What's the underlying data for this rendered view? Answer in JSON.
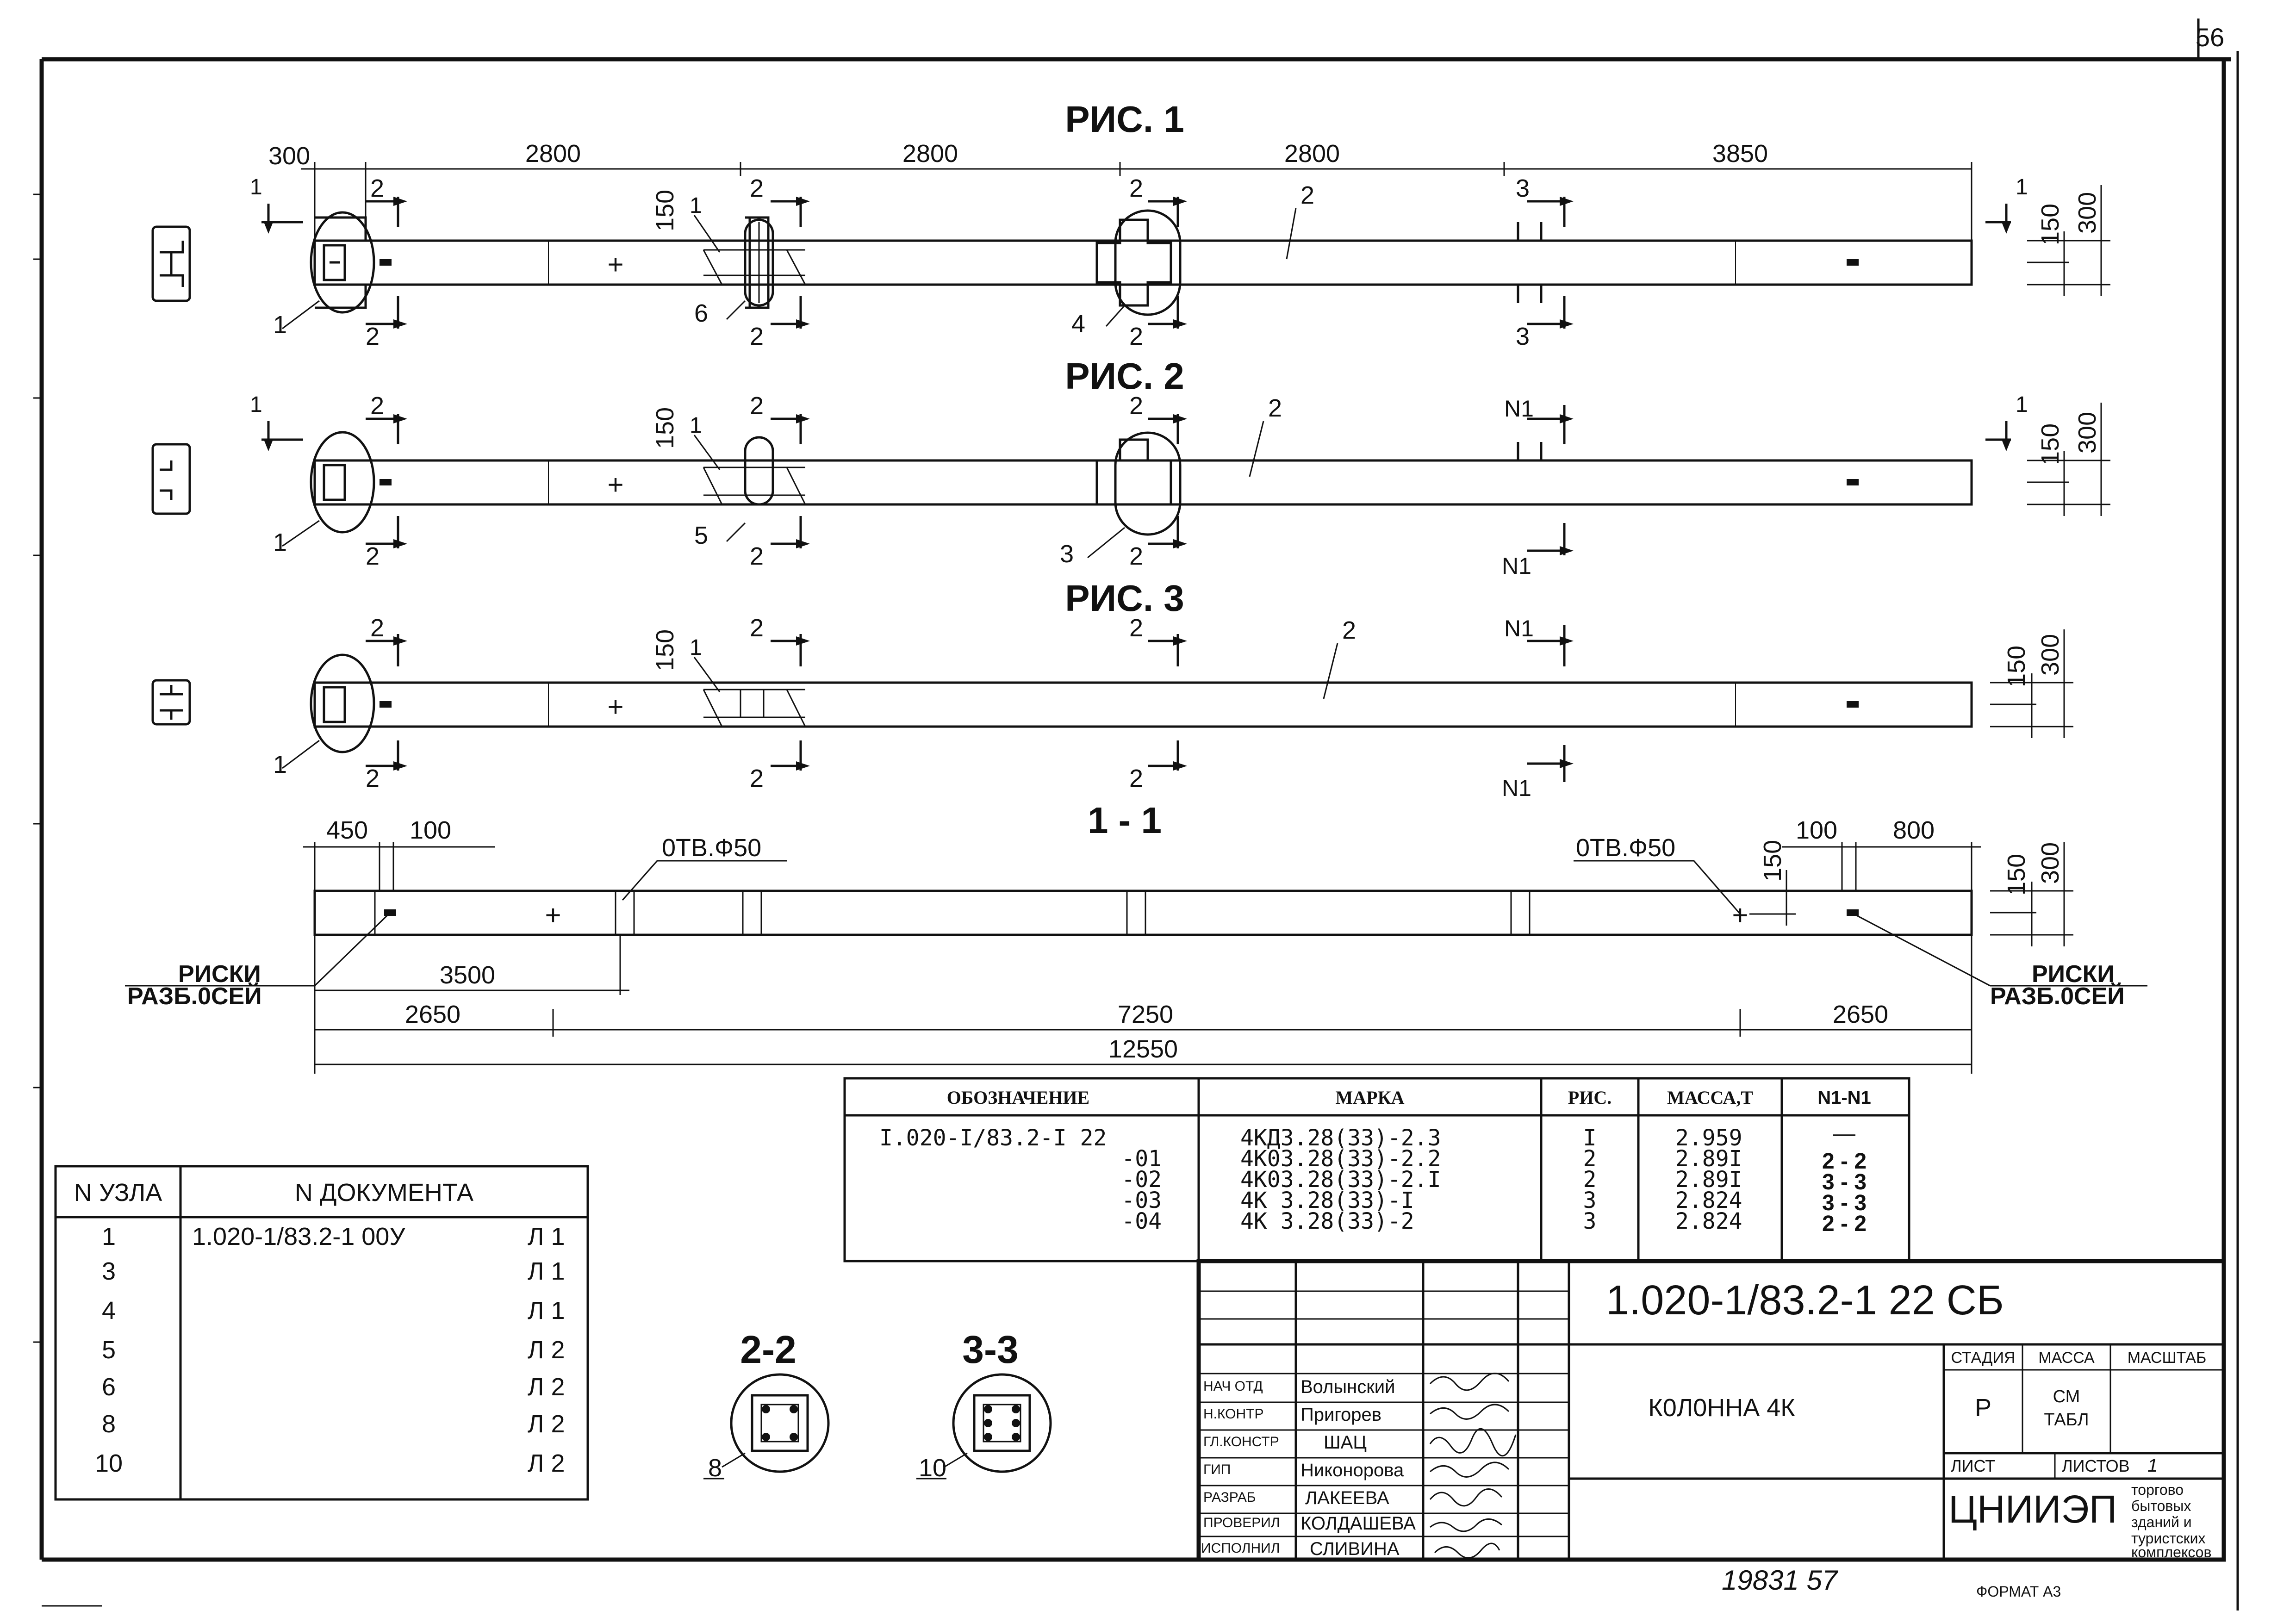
{
  "sheet_number": "56",
  "figures": {
    "fig1": {
      "title": "РИС.  1"
    },
    "fig2": {
      "title": "РИС.  2"
    },
    "fig3": {
      "title": "РИС.  3"
    },
    "section11": {
      "title": "1 - 1"
    }
  },
  "dimensions_top": [
    "300",
    "2800",
    "2800",
    "2800",
    "3850"
  ],
  "dimensions_side": {
    "d150": "150",
    "d300": "300"
  },
  "dimensions_11": {
    "d450": "450",
    "d100a": "100",
    "d100b": "100",
    "d800": "800",
    "d3500": "3500",
    "d2650a": "2650",
    "d7250": "7250",
    "d2650b": "2650",
    "d12550": "12550",
    "d150": "150",
    "d300": "300"
  },
  "section_marks": {
    "s1": "1",
    "s2": "2",
    "s3": "3",
    "n1": "N1"
  },
  "callouts": {
    "c1": "1",
    "c2": "2",
    "c3": "3",
    "c4": "4",
    "c5": "5",
    "c6": "6",
    "c8": "8",
    "c10": "10"
  },
  "labels_11": {
    "hole_left": "0ТВ.Ф50",
    "hole_right": "0ТВ.Ф50",
    "marks_left_1": "РИСКИ",
    "marks_left_2": "РАЗБ.0СЕЙ",
    "marks_right_1": "РИСКИ",
    "marks_right_2": "РАЗБ.0СЕЙ"
  },
  "sections": {
    "s22": "2-2",
    "s33": "3-3"
  },
  "nodes_table": {
    "headers": [
      "N УЗЛА",
      "N ДОКУМЕНТА"
    ],
    "rows": [
      {
        "node": "1",
        "doc": "1.020-1/83.2-1 00У",
        "sheet": "Л 1"
      },
      {
        "node": "3",
        "doc": "",
        "sheet": "Л 1"
      },
      {
        "node": "4",
        "doc": "",
        "sheet": "Л 1"
      },
      {
        "node": "5",
        "doc": "",
        "sheet": "Л 2"
      },
      {
        "node": "6",
        "doc": "",
        "sheet": "Л 2"
      },
      {
        "node": "8",
        "doc": "",
        "sheet": "Л 2"
      },
      {
        "node": "10",
        "doc": "",
        "sheet": "Л 2"
      }
    ]
  },
  "spec_table": {
    "headers": [
      "ОБОЗНАЧЕНИЕ",
      "МАРКА",
      "РИС.",
      "МАССА,Т",
      "N1-N1"
    ],
    "rows": [
      {
        "designation": "I.020-I/83.2-I 22",
        "mark": "4КД3.28(33)-2.3",
        "fig": "I",
        "mass": "2.959",
        "n1": "—"
      },
      {
        "designation": "-01",
        "mark": "4К03.28(33)-2.2",
        "fig": "2",
        "mass": "2.89I",
        "n1": "2 - 2"
      },
      {
        "designation": "-02",
        "mark": "4К03.28(33)-2.I",
        "fig": "2",
        "mass": "2.89I",
        "n1": "3 - 3"
      },
      {
        "designation": "-03",
        "mark": "4К 3.28(33)-I",
        "fig": "3",
        "mass": "2.824",
        "n1": "3 - 3"
      },
      {
        "designation": "-04",
        "mark": "4К 3.28(33)-2",
        "fig": "3",
        "mass": "2.824",
        "n1": "2 - 2"
      }
    ]
  },
  "title_block": {
    "doc_code": "1.020-1/83.2-1 22 СБ",
    "item_name": "К0Л0ННА 4К",
    "stage_label": "СТАДИЯ",
    "mass_label": "МАССА",
    "scale_label": "МАСШТАБ",
    "stage_value": "Р",
    "mass_value_1": "СМ",
    "mass_value_2": "ТАБЛ",
    "sheet_label": "ЛИСТ",
    "sheets_label": "ЛИСТОВ",
    "sheets_value": "1",
    "org": "ЦНИИЭП",
    "org_desc": [
      "торгово",
      "бытовых",
      "зданий и",
      "туристских",
      "комплексов"
    ],
    "signatures": [
      {
        "role": "НАЧ ОТД",
        "name": "Волынский"
      },
      {
        "role": "Н.КОНТР",
        "name": "Пригорев"
      },
      {
        "role": "ГЛ.КОНСТР",
        "name": "ШАЦ"
      },
      {
        "role": "ГИП",
        "name": "Никонорова"
      },
      {
        "role": "РАЗРАБ",
        "name": "ЛАКЕЕВА"
      },
      {
        "role": "ПРОВЕРИЛ",
        "name": "КОЛДАШЕВА"
      },
      {
        "role": "ИСПОЛНИЛ",
        "name": "СЛИВИНА"
      }
    ]
  },
  "footer": {
    "archive": "19831   57",
    "format": "ФОРМАТ А3"
  }
}
